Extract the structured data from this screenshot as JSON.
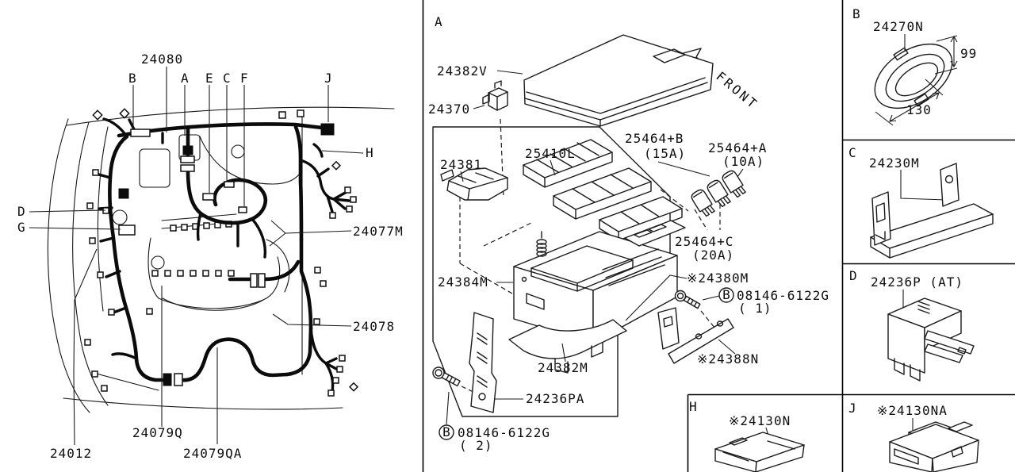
{
  "page": {
    "background": "#ffffff",
    "ink": "#0d0d0d"
  },
  "harness": {
    "p24080": "24080",
    "refB": "B",
    "refA": "A",
    "refE": "E",
    "refC": "C",
    "refF": "F",
    "refJ": "J",
    "refH": "H",
    "refD": "D",
    "refG": "G",
    "p24077M": "24077M",
    "p24078": "24078",
    "p24012": "24012",
    "p24079Q": "24079Q",
    "p24079QA": "24079QA"
  },
  "sectionA": {
    "ref": "A",
    "front": "FRONT",
    "p24382V": "24382V",
    "p24370": "24370",
    "p24381": "24381",
    "p25410L": "25410L",
    "p24384M": "24384M",
    "fuse_b": "25464+B",
    "fuse_b_amp": "(15A)",
    "fuse_a": "25464+A",
    "fuse_a_amp": "(10A)",
    "fuse_c": "25464+C",
    "fuse_c_amp": "(20A)",
    "p24380M": "※24380M",
    "p24388N": "※24388N",
    "p24382M": "24382M",
    "p24236PA": "24236PA",
    "bolt_ref": "B",
    "bolt_part": "08146-6122G",
    "bolt1_qty": "( 1)",
    "bolt2_qty": "( 2)"
  },
  "sectionB": {
    "ref": "B",
    "part": "24270N",
    "dim_height": "99",
    "dim_width": "130"
  },
  "sectionC": {
    "ref": "C",
    "part": "24230M"
  },
  "sectionD": {
    "ref": "D",
    "part": "24236P (AT)"
  },
  "sectionH": {
    "ref": "H",
    "part": "※24130N"
  },
  "sectionJ": {
    "ref": "J",
    "part": "※24130NA"
  }
}
